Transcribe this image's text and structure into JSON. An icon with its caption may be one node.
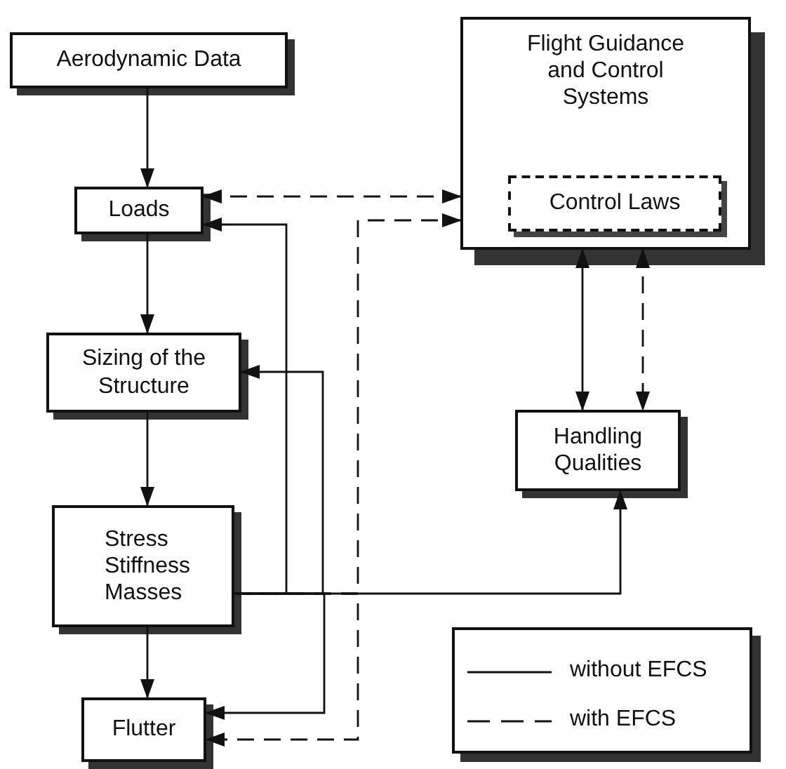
{
  "diagram": {
    "nodes": [
      {
        "text": [
          "Aerodynamic Data"
        ]
      },
      {
        "text": [
          "Loads"
        ]
      },
      {
        "text": [
          "Sizing of the Structure"
        ]
      },
      {
        "text": [
          "Stress Stiffness Masses"
        ]
      },
      {
        "text": [
          "Flutter"
        ]
      },
      {
        "text": [
          "Flight Guidance and Control Systems"
        ]
      },
      {
        "text": [
          "Control Laws"
        ],
        "in": 5
      },
      {
        "text": [
          "Handling Qualities"
        ]
      }
    ],
    "edges": [
      {
        "from": 0,
        "to": 1,
        "arrow": "to"
      },
      {
        "from": 1,
        "to": 2,
        "arrow": "to"
      },
      {
        "from": 2,
        "to": 3,
        "arrow": "to"
      },
      {
        "from": 3,
        "to": 4,
        "arrow": "to"
      },
      {
        "from": 3,
        "to": 1,
        "arrow": "to"
      },
      {
        "from": 3,
        "to": 2,
        "arrow": "to"
      },
      {
        "from": 3,
        "to": 4,
        "arrow": "to"
      },
      {
        "from": 3,
        "to": 5,
        "arrow": "to",
        "style": "dashed"
      },
      {
        "from": 3,
        "to": 4,
        "arrow": "to",
        "style": "dashed"
      },
      {
        "from": 3,
        "to": 7,
        "arrow": "to"
      },
      {
        "from": 5,
        "to": 1,
        "arrow": "both",
        "style": "dashed"
      },
      {
        "from": 5,
        "to": 7,
        "arrow": "both"
      },
      {
        "from": 5,
        "to": 7,
        "arrow": "both",
        "style": "dashed"
      }
    ],
    "legend": [
      {
        "text": "without EFCS"
      },
      {
        "text": "with EFCS"
      }
    ]
  }
}
